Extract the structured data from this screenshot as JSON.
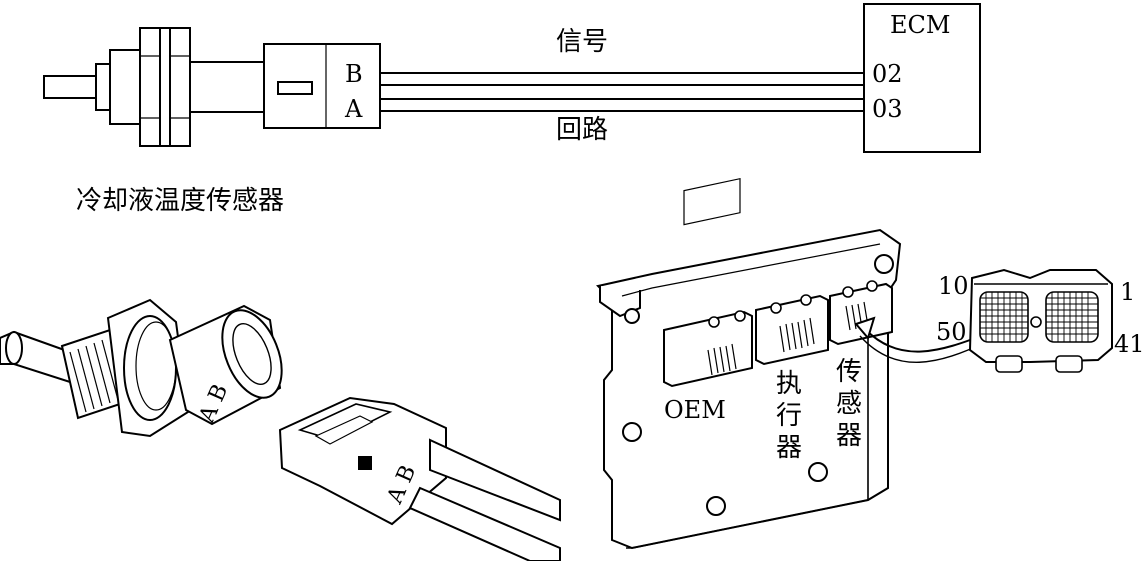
{
  "schematic": {
    "sensor_caption": "冷却液温度传感器",
    "pin_b": "B",
    "pin_a": "A",
    "wire_signal": "信号",
    "wire_return": "回路",
    "ecm_title": "ECM",
    "ecm_pin_signal": "02",
    "ecm_pin_return": "03"
  },
  "connector_illustration": {
    "sensor_side_letters": "A B",
    "harness_side_letters": "A B"
  },
  "ecm_illustration": {
    "port_oem": "OEM",
    "port_actuator_lines": [
      "执",
      "行",
      "器"
    ],
    "port_sensor_lines": [
      "传",
      "感",
      "器"
    ],
    "pin_10": "10",
    "pin_1": "1",
    "pin_50": "50",
    "pin_41": "41"
  }
}
